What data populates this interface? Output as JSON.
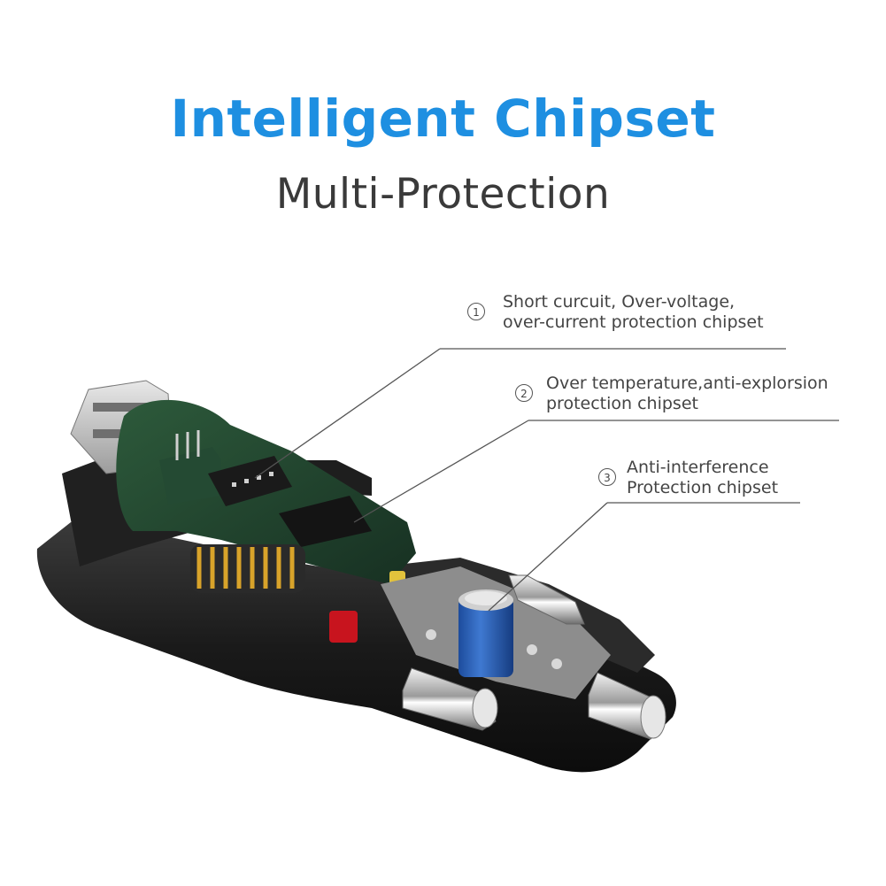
{
  "heading": {
    "title": "Intelligent Chipset",
    "subtitle": "Multi-Protection"
  },
  "callouts": [
    {
      "number": "1",
      "line1": "Short curcuit, Over-voltage,",
      "line2": "over-current protection chipset"
    },
    {
      "number": "2",
      "line1": "Over temperature,anti-explorsion",
      "line2": "protection chipset"
    },
    {
      "number": "3",
      "line1": "Anti-interference",
      "line2": "Protection chipset"
    }
  ],
  "colors": {
    "title": "#1e8fe1",
    "subtitle": "#3a3a3a",
    "pcb": "#1f3d2a",
    "housing": "#1c1c1c",
    "capacitor": "#2a5db0",
    "contacts": "#d9d9d9"
  }
}
